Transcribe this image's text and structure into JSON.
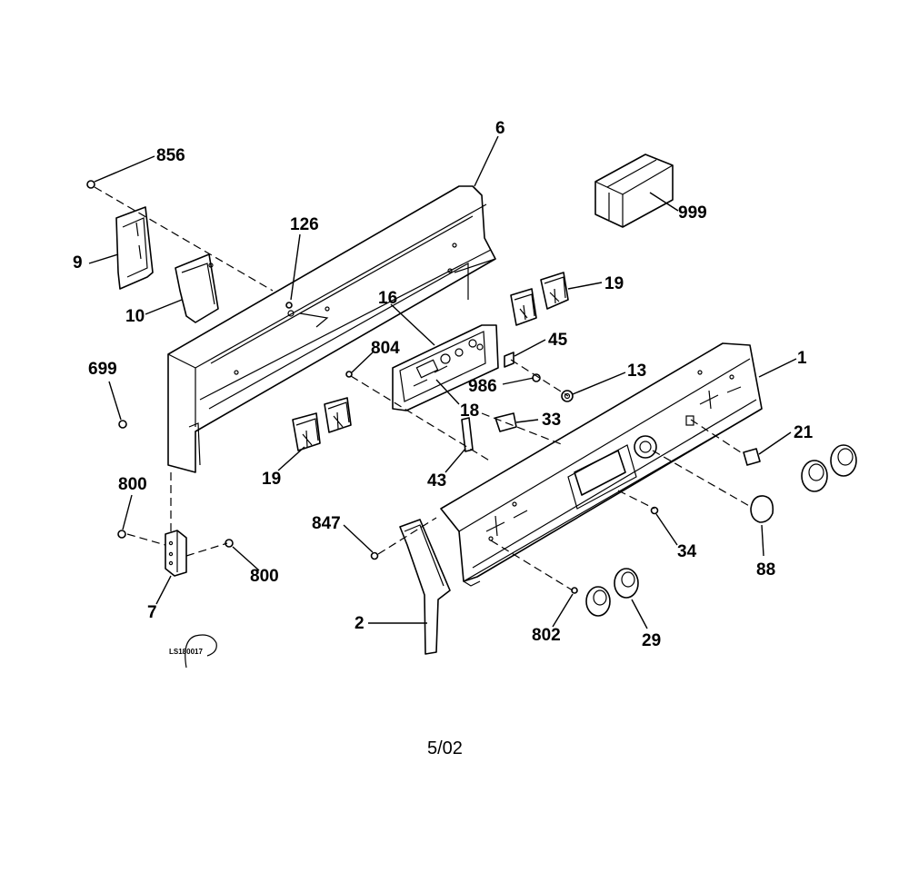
{
  "callouts": {
    "c856": "856",
    "c6": "6",
    "c999": "999",
    "c126": "126",
    "c9": "9",
    "c10": "10",
    "c19a": "19",
    "c16": "16",
    "c45": "45",
    "c804": "804",
    "c699": "699",
    "c986": "986",
    "c13": "13",
    "c1": "1",
    "c18": "18",
    "c33": "33",
    "c21": "21",
    "c19b": "19",
    "c43": "43",
    "c800a": "800",
    "c847": "847",
    "c34": "34",
    "c88": "88",
    "c800b": "800",
    "c7": "7",
    "c2": "2",
    "c802": "802",
    "c29": "29"
  },
  "stamp": "LS180017",
  "date": "5/02"
}
